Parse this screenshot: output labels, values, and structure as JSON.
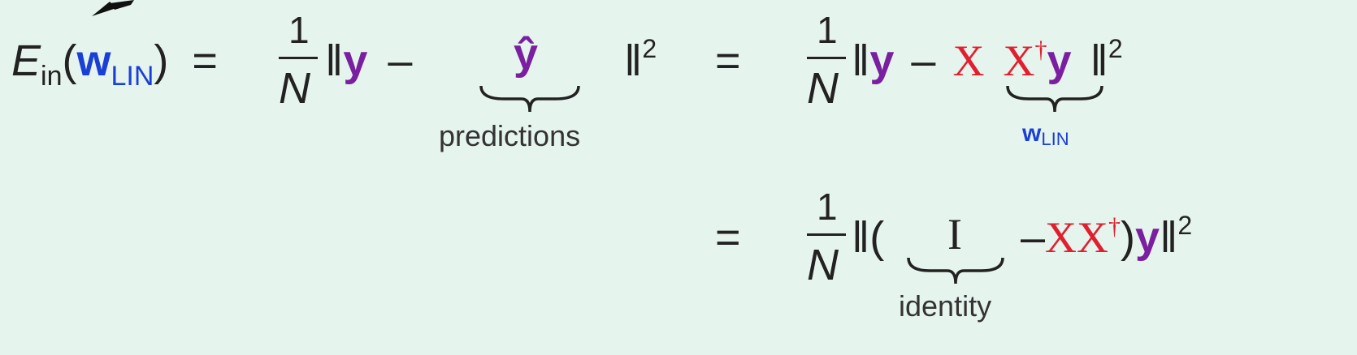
{
  "lhs": {
    "E": "E",
    "in": "in",
    "open": "(",
    "w": "w",
    "lin": "LIN",
    "close": ")",
    "eq": "="
  },
  "fraction": {
    "numerator": "1",
    "denominator": "N"
  },
  "row1": {
    "norm_open": "‖",
    "y": "y",
    "minus": "–",
    "yhat": "ŷ",
    "norm_close": "‖",
    "square": "2",
    "brace_label": "predictions"
  },
  "row1_right": {
    "eq": "=",
    "norm_open": "‖",
    "y": "y",
    "minus": "–",
    "X": "X",
    "Xdag": "X",
    "dagger": "†",
    "y2": "y",
    "norm_close": "‖",
    "square": "2",
    "brace_label_w": "w",
    "brace_label_lin": "LIN"
  },
  "row2": {
    "eq": "=",
    "norm_open": "‖(",
    "I": "I",
    "minus": "–",
    "XX": "XX",
    "dagger": "†",
    "close": ")",
    "y": "y",
    "norm_close": "‖",
    "square": "2",
    "brace_label": "identity"
  }
}
